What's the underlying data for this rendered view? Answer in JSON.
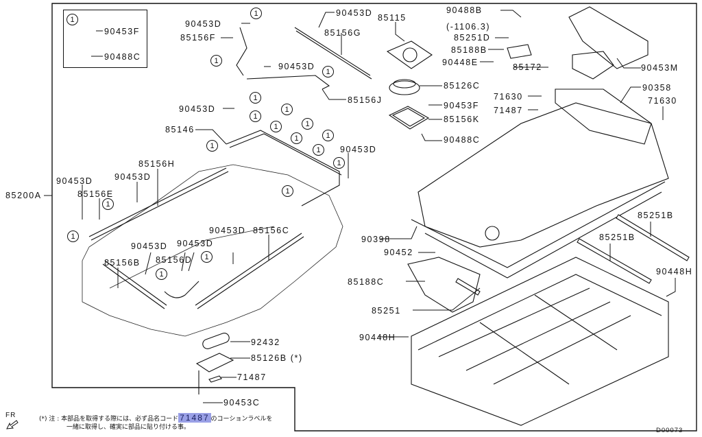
{
  "diagram": {
    "title": "Traction battery case / pack assembly exploded view",
    "assembly_label": "85200A",
    "legend_box": {
      "callout": "1",
      "parts": [
        "90453F",
        "90488C"
      ]
    },
    "callout_symbol": "1",
    "part_labels": {
      "p90453F_legend": "90453F",
      "p90488C_legend": "90488C",
      "p90453D_a": "90453D",
      "p85156F": "85156F",
      "p90453D_b": "90453D",
      "p85156G": "85156G",
      "p90453D_c": "90453D",
      "p85156J": "85156J",
      "p90453D_d": "90453D",
      "p85146": "85146",
      "p90453D_e": "90453D",
      "p85156H": "85156H",
      "p90453D_f": "90453D",
      "p90453D_g": "90453D",
      "p85156E": "85156E",
      "p90453D_h": "90453D",
      "p85156C": "85156C",
      "p90453D_i": "90453D",
      "p90453D_j": "90453D",
      "p85156B": "85156B",
      "p85156D": "85156D",
      "p92432": "92432",
      "p85126B": "85126B (*)",
      "p71487_bottom": "71487",
      "p90453C": "90453C",
      "p85115": "85115",
      "p90488B": "90488B",
      "p_range": "(-1106.3)",
      "p85251D": "85251D",
      "p85188B": "85188B",
      "p90448E": "90448E",
      "p85172": "85172",
      "p90453M": "90453M",
      "p85126C": "85126C",
      "p90453F": "90453F",
      "p85156K": "85156K",
      "p90488C": "90488C",
      "p71630_a": "71630",
      "p71487_top": "71487",
      "p90358": "90358",
      "p71630_b": "71630",
      "p90398": "90398",
      "p90452": "90452",
      "p85188C": "85188C",
      "p85251": "85251",
      "p90448H_a": "90448H",
      "p85251B_a": "85251B",
      "p85251B_b": "85251B",
      "p90448H_b": "90448H"
    },
    "note": {
      "prefix": "(*) 注 :",
      "line1_before": "本部品を取得する際には、必ず品名コード",
      "highlight_code": "71487",
      "line1_after": "のコーションラベルを",
      "line2": "一緒に取得し、確実に部品に貼り付ける事。"
    },
    "front_indicator": "FR",
    "drawing_id": "D00073",
    "highlight_color": "#9aa0e6"
  }
}
